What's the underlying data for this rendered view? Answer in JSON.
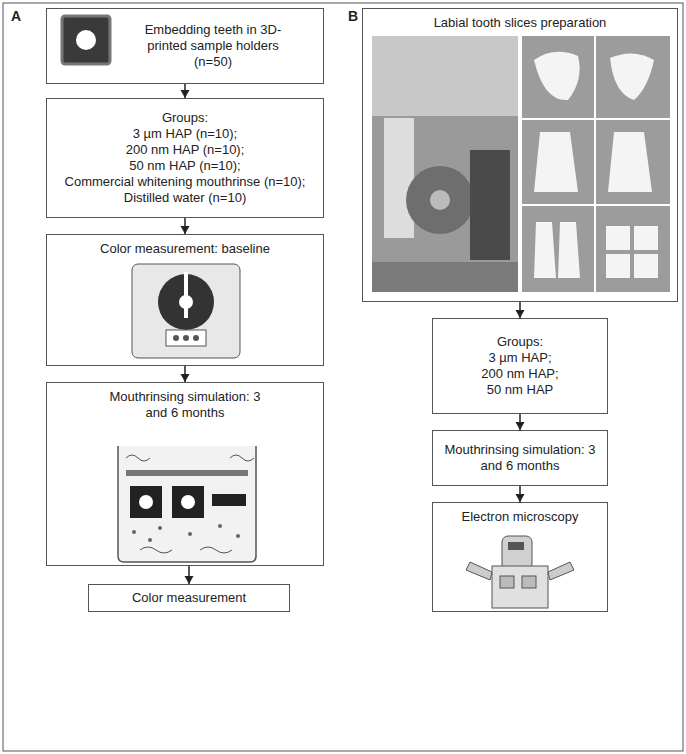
{
  "diagram": {
    "nodes": [
      {
        "text": [
          "Embedding teeth in 3D-printed sample holders (n=50)"
        ]
      },
      {
        "text": [
          "Groups:",
          "3 µm HAP (n=10);",
          "200 nm HAP (n=10);",
          "50 nm HAP (n=10);",
          "Commercial whitening mouthrinse (n=10);",
          "Distilled water (n=10)"
        ]
      },
      {
        "text": [
          "Color measurement: baseline"
        ]
      },
      {
        "text": [
          "Mouthrinsing simulation: 3 and 6 months"
        ]
      },
      {
        "text": [
          "Color measurement"
        ]
      },
      {
        "text": [
          "Labial tooth slices preparation"
        ]
      },
      {
        "text": [
          "Groups:",
          "3 µm HAP;",
          "200 nm HAP;",
          "50 nm HAP"
        ]
      },
      {
        "text": [
          "Mouthrinsing simulation: 3 and 6 months"
        ]
      },
      {
        "text": [
          "Electron microscopy"
        ]
      }
    ],
    "edges": [
      {
        "from": 0,
        "to": 1,
        "arrow": "to"
      },
      {
        "from": 1,
        "to": 2,
        "arrow": "to"
      },
      {
        "from": 2,
        "to": 3,
        "arrow": "to"
      },
      {
        "from": 3,
        "to": 4,
        "arrow": "to"
      },
      {
        "from": 5,
        "to": 6,
        "arrow": "to"
      },
      {
        "from": 6,
        "to": 7,
        "arrow": "to"
      },
      {
        "from": 7,
        "to": 8,
        "arrow": "to"
      }
    ],
    "labels": [
      "A",
      "B"
    ]
  }
}
